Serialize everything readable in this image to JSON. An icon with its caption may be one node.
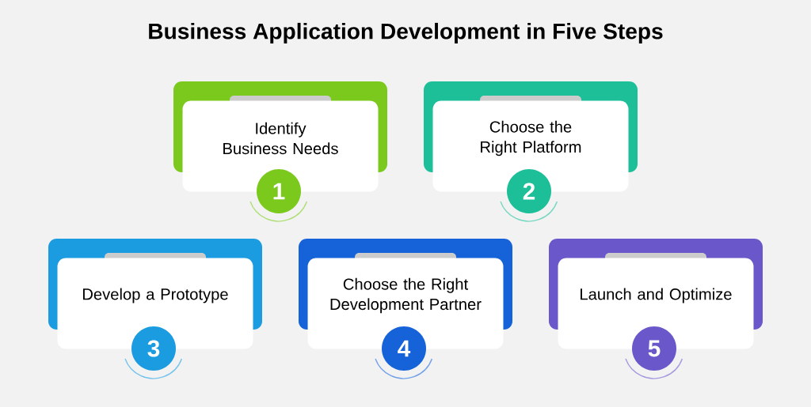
{
  "diagram": {
    "title": "Business Application Development in Five Steps",
    "nodes": [
      {
        "text": [
          "Identify Business Needs"
        ]
      },
      {
        "text": [
          "1"
        ]
      },
      {
        "text": [
          "Choose the Right Platform"
        ]
      },
      {
        "text": [
          "2"
        ]
      },
      {
        "text": [
          "Develop a Prototype"
        ]
      },
      {
        "text": [
          "3"
        ]
      },
      {
        "text": [
          "Choose the Right Development Partner"
        ]
      },
      {
        "text": [
          "4"
        ]
      },
      {
        "text": [
          "Launch and Optimize"
        ]
      },
      {
        "text": [
          "5"
        ]
      }
    ]
  }
}
